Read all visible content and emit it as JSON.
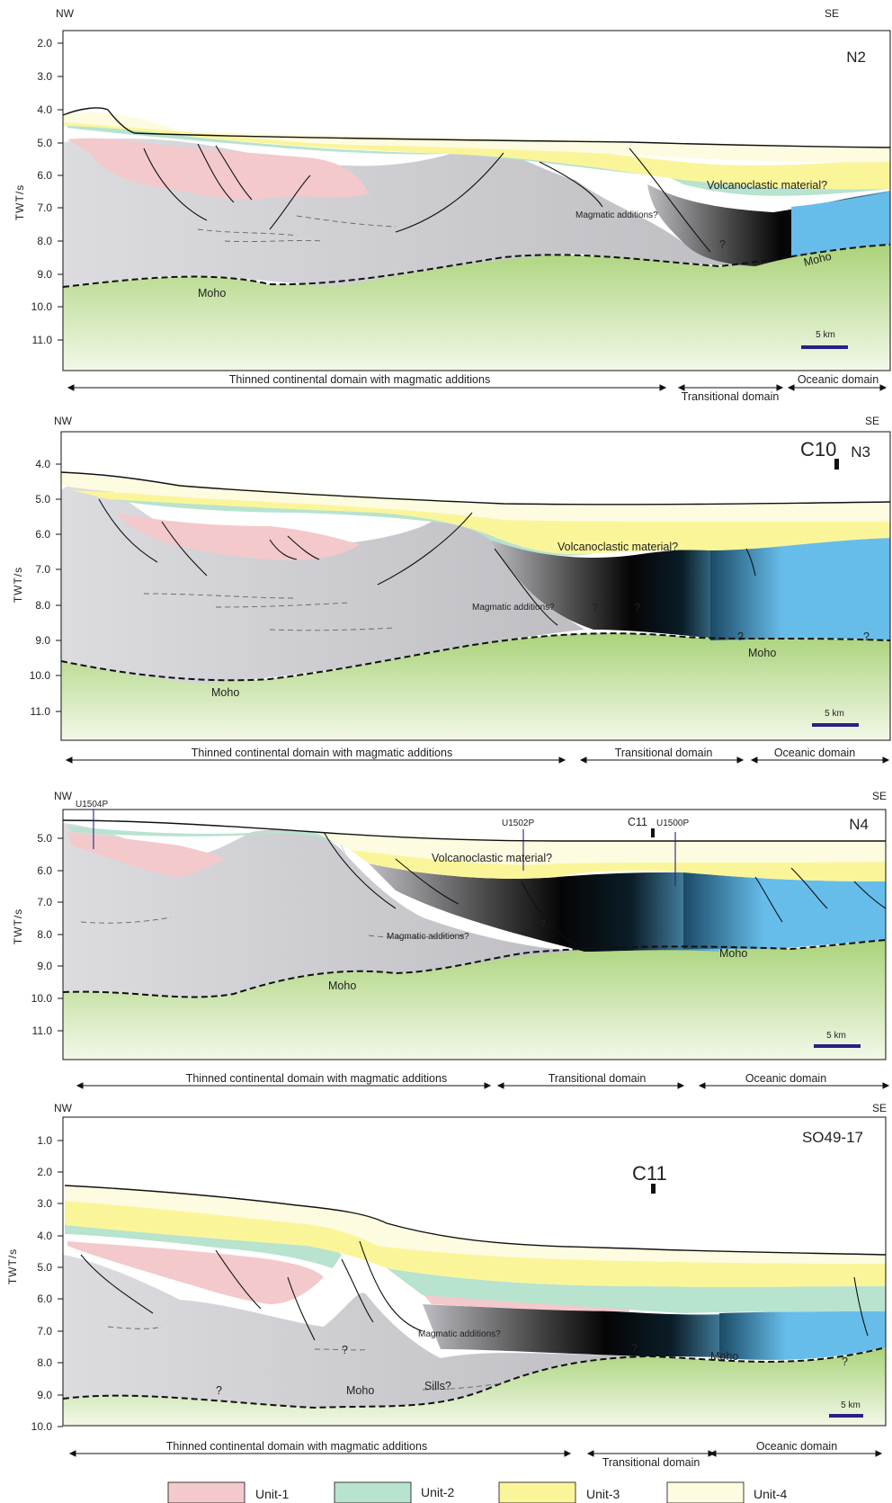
{
  "panels": [
    {
      "id": "N2",
      "title": "N2",
      "left_dir": "NW",
      "right_dir": "SE",
      "y_axis_label": "TWT/s",
      "y_ticks": [
        "2.0",
        "3.0",
        "4.0",
        "5.0",
        "6.0",
        "7.0",
        "8.0",
        "9.0",
        "10.0",
        "11.0"
      ],
      "well_labels": [],
      "station_label": "",
      "annotations": [
        "Volcanoclastic material?",
        "Magmatic additions?",
        "Moho",
        "Moho",
        "?"
      ],
      "scale_bar": "5 km",
      "domains": [
        "Thinned continental domain with magmatic additions",
        "Transitional domain",
        "Oceanic domain"
      ]
    },
    {
      "id": "N3",
      "title": "N3",
      "left_dir": "NW",
      "right_dir": "SE",
      "y_axis_label": "TWT/s",
      "y_ticks": [
        "4.0",
        "5.0",
        "6.0",
        "7.0",
        "8.0",
        "9.0",
        "10.0",
        "11.0"
      ],
      "well_labels": [],
      "station_label": "C10",
      "annotations": [
        "Volcanoclastic material?",
        "Magmatic additions?",
        "Moho",
        "Moho",
        "?",
        "?",
        "?",
        "?"
      ],
      "scale_bar": "5 km",
      "domains": [
        "Thinned continental domain with magmatic additions",
        "Transitional domain",
        "Oceanic domain"
      ]
    },
    {
      "id": "N4",
      "title": "N4",
      "left_dir": "NW",
      "right_dir": "SE",
      "y_axis_label": "TWT/s",
      "y_ticks": [
        "5.0",
        "6.0",
        "7.0",
        "8.0",
        "9.0",
        "10.0",
        "11.0"
      ],
      "well_labels": [
        "U1504P",
        "U1502P",
        "U1500P"
      ],
      "station_label": "C11",
      "annotations": [
        "Volcanoclastic material?",
        "Magmatic additions?",
        "Moho",
        "Moho",
        "?",
        "?"
      ],
      "scale_bar": "5 km",
      "domains": [
        "Thinned continental domain with magmatic additions",
        "Transitional domain",
        "Oceanic domain"
      ]
    },
    {
      "id": "SO49-17",
      "title": "SO49-17",
      "left_dir": "NW",
      "right_dir": "SE",
      "y_axis_label": "TWT/s",
      "y_ticks": [
        "1.0",
        "2.0",
        "3.0",
        "4.0",
        "5.0",
        "6.0",
        "7.0",
        "8.0",
        "9.0",
        "10.0"
      ],
      "well_labels": [],
      "station_label": "C11",
      "annotations": [
        "Magmatic additions?",
        "Moho",
        "Moho",
        "Sills?",
        "?",
        "?",
        "?",
        "?"
      ],
      "scale_bar": "5 km",
      "domains": [
        "Thinned continental domain with magmatic additions",
        "Transitional domain",
        "Oceanic domain"
      ]
    }
  ],
  "legend": [
    {
      "label": "Unit-1",
      "color": "#f3c9cc"
    },
    {
      "label": "Unit-2",
      "color": "#b7e3cf"
    },
    {
      "label": "Unit-3",
      "color": "#fbf59a"
    },
    {
      "label": "Unit-4",
      "color": "#fdfbe0"
    }
  ],
  "colors": {
    "mantle": "#b9dd8b",
    "continental_crust": "#cfcfd3",
    "oceanic_crust": "#67bdea",
    "magmatic": "#111111",
    "scale_bar": "#2a1f86"
  }
}
